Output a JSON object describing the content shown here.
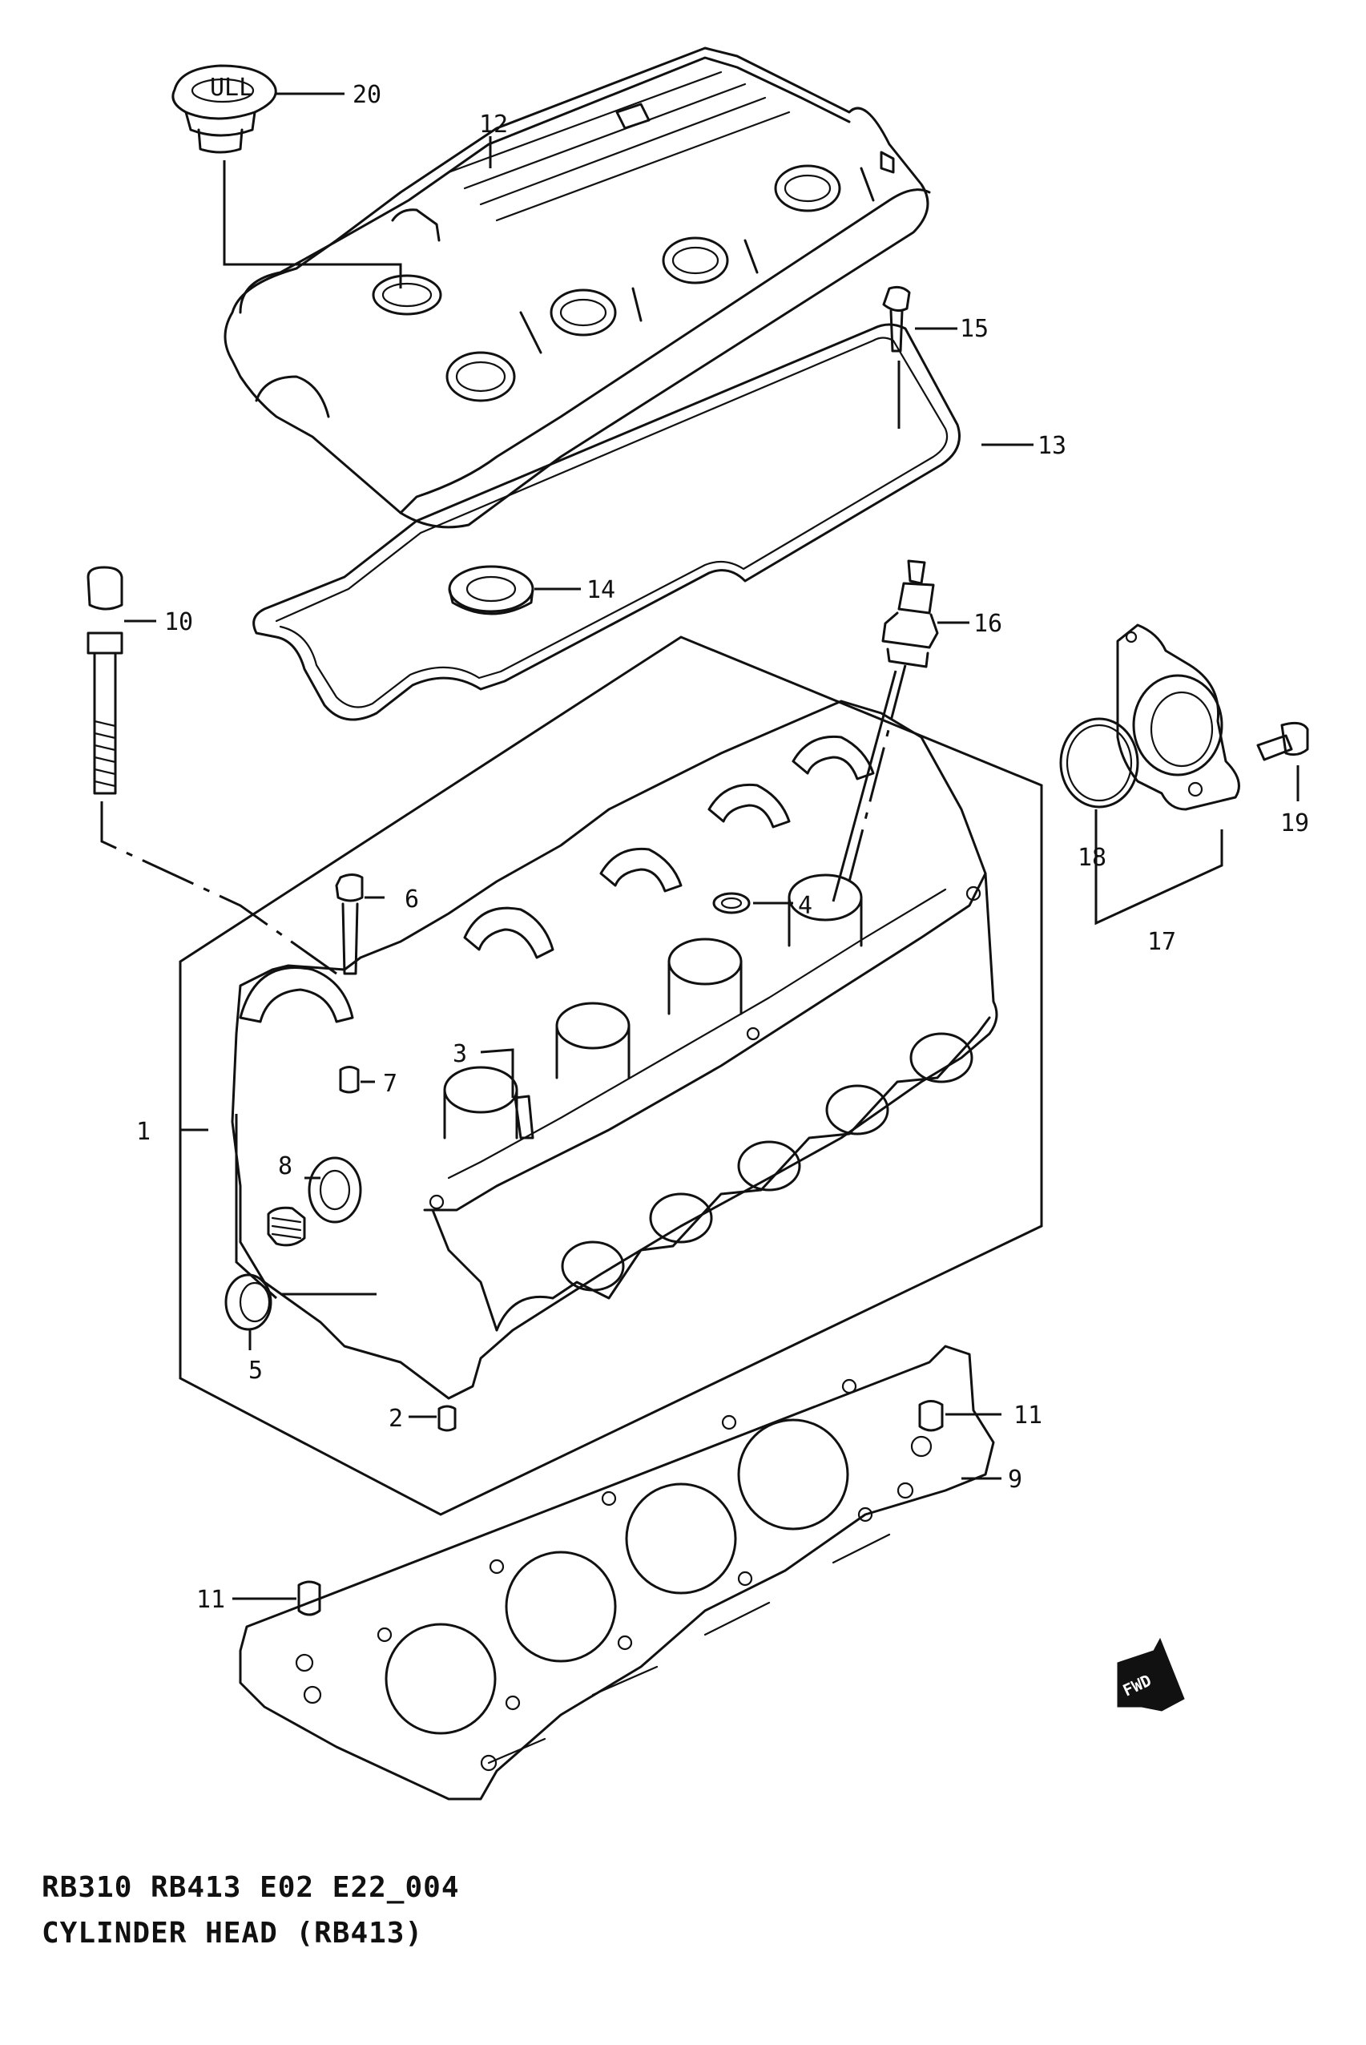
{
  "caption": {
    "line1": "RB310 RB413 E02 E22_004",
    "line2": "CYLINDER HEAD (RB413)"
  },
  "callouts": {
    "p1": "1",
    "p2": "2",
    "p3": "3",
    "p4": "4",
    "p5": "5",
    "p6": "6",
    "p7": "7",
    "p8": "8",
    "p9": "9",
    "p10": "10",
    "p11a": "11",
    "p11b": "11",
    "p12": "12",
    "p13": "13",
    "p14": "14",
    "p15": "15",
    "p16": "16",
    "p17": "17",
    "p18": "18",
    "p19": "19",
    "p20": "20"
  },
  "fwd_badge": "FWD"
}
